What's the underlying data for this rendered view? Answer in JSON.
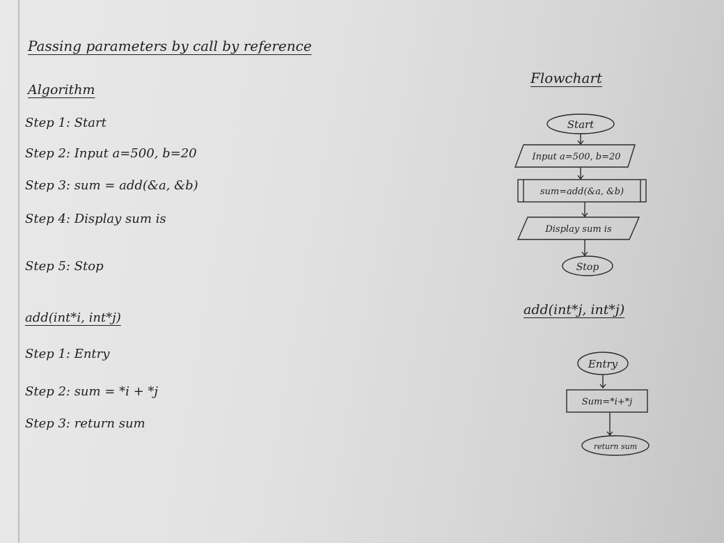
{
  "title": "Passing parameters by call by reference",
  "algorithm": {
    "heading": "Algorithm",
    "steps": [
      "Step 1: Start",
      "Step 2: Input a=500, b=20",
      "Step 3: sum = add(&a, &b)",
      "Step 4: Display sum is",
      "Step 5: Stop"
    ]
  },
  "function": {
    "heading": "add(int*i, int*j)",
    "steps": [
      "Step 1: Entry",
      "Step 2: sum = *i + *j",
      "Step 3: return sum"
    ]
  },
  "flowchart": {
    "heading": "Flowchart",
    "main": {
      "start": "Start",
      "input": "Input a=500, b=20",
      "process": "sum=add(&a, &b)",
      "display": "Display sum is",
      "stop": "Stop"
    },
    "function_heading": "add(int*j, int*j)",
    "function": {
      "entry": "Entry",
      "process": "Sum=*i+*j",
      "return": "return sum"
    }
  }
}
